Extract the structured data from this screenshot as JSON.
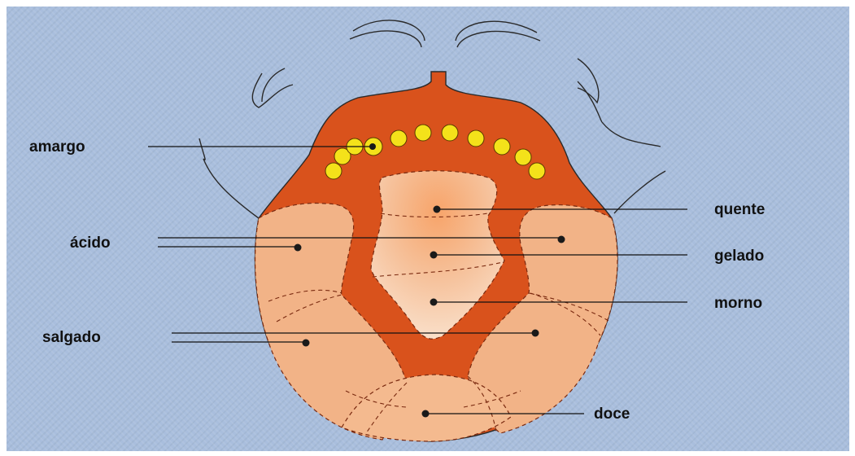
{
  "diagram": {
    "labels": {
      "amargo": "amargo",
      "acido": "ácido",
      "salgado": "salgado",
      "quente": "quente",
      "gelado": "gelado",
      "morno": "morno",
      "doce": "doce"
    }
  },
  "colors": {
    "background": "#a9bedd",
    "tongue_dark": "#d9521c",
    "tongue_light": "#f3b48a",
    "tongue_center": "#f7c9a4",
    "papillae": "#f4e21a",
    "outline": "#2a2a2a"
  }
}
